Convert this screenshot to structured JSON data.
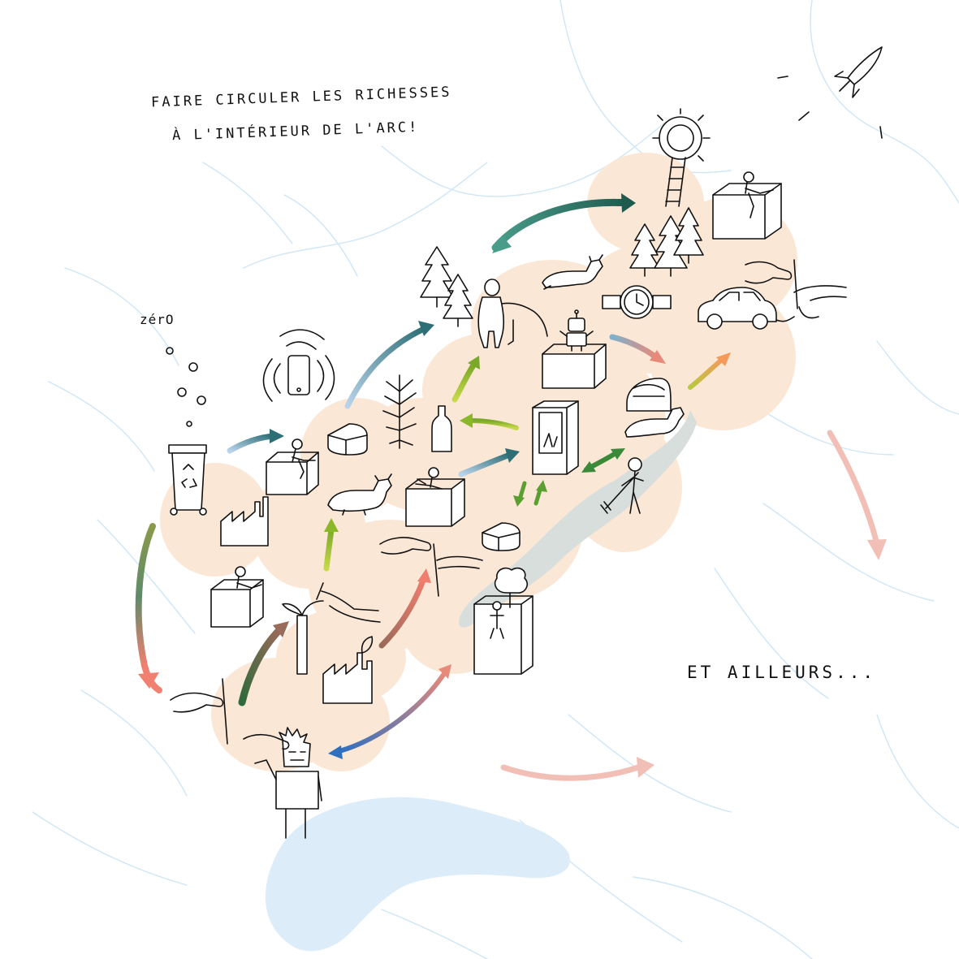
{
  "texts": {
    "title_line1": "FAIRE CIRCULER LES RICHESSES",
    "title_line2": "À L'INTÉRIEUR DE L'ARC!",
    "zero": "zérO",
    "elsewhere": "ET AILLEURS..."
  },
  "colors": {
    "region_fill": "#fbe7d6",
    "lake_fill": "#dcedf9",
    "lake_grey": "#d8dedc",
    "river_stroke": "#cfe6f5",
    "ink": "#111111",
    "arrow_teal": "#3f8f86",
    "arrow_green": "#8ab82a",
    "arrow_salmon": "#f0b9b0",
    "arrow_blue": "#2f6fbf"
  },
  "icons": [
    "recycling-bin-icon",
    "factory-icon",
    "smartphone-icon",
    "person-on-box-icon",
    "cheese-icon",
    "cow-icon",
    "plant-icon",
    "bottle-icon",
    "fir-trees-icon",
    "robot-icon",
    "watch-icon",
    "car-icon",
    "sun-icon",
    "rocket-icon",
    "hand-icon",
    "seedling-icon",
    "farmer-icon",
    "kiosk-icon",
    "tree-on-box-icon",
    "helmet-icon",
    "tall-robot-icon"
  ]
}
